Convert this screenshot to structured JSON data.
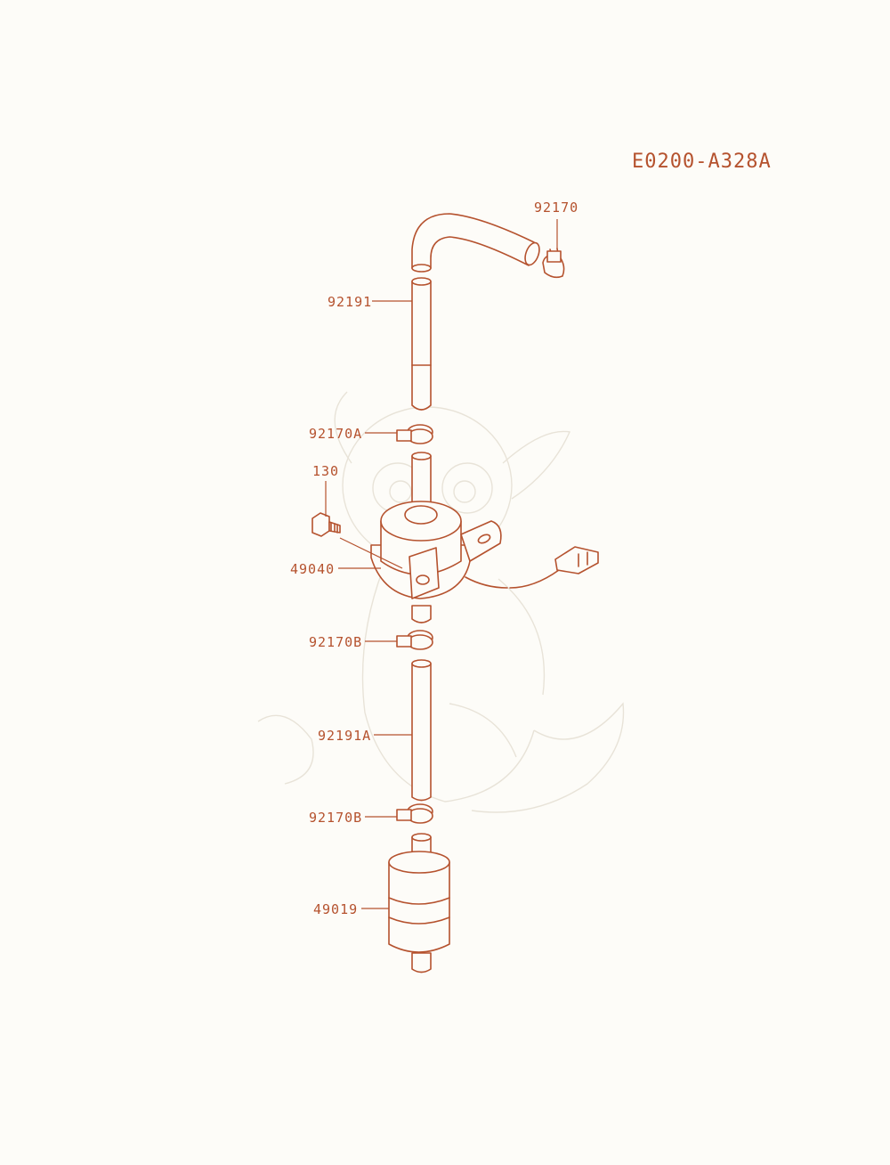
{
  "diagram_code": "E0200-A328A",
  "parts": [
    {
      "id": "92170",
      "label": "92170"
    },
    {
      "id": "92191",
      "label": "92191"
    },
    {
      "id": "92170A",
      "label": "92170A"
    },
    {
      "id": "130",
      "label": "130"
    },
    {
      "id": "49040",
      "label": "49040"
    },
    {
      "id": "92170B-upper",
      "label": "92170B"
    },
    {
      "id": "92191A",
      "label": "92191A"
    },
    {
      "id": "92170B-lower",
      "label": "92170B"
    },
    {
      "id": "49019",
      "label": "49019"
    }
  ],
  "colors": {
    "line": "#b5522e",
    "background": "#fdfcf8",
    "watermark": "#e8e3d8"
  }
}
